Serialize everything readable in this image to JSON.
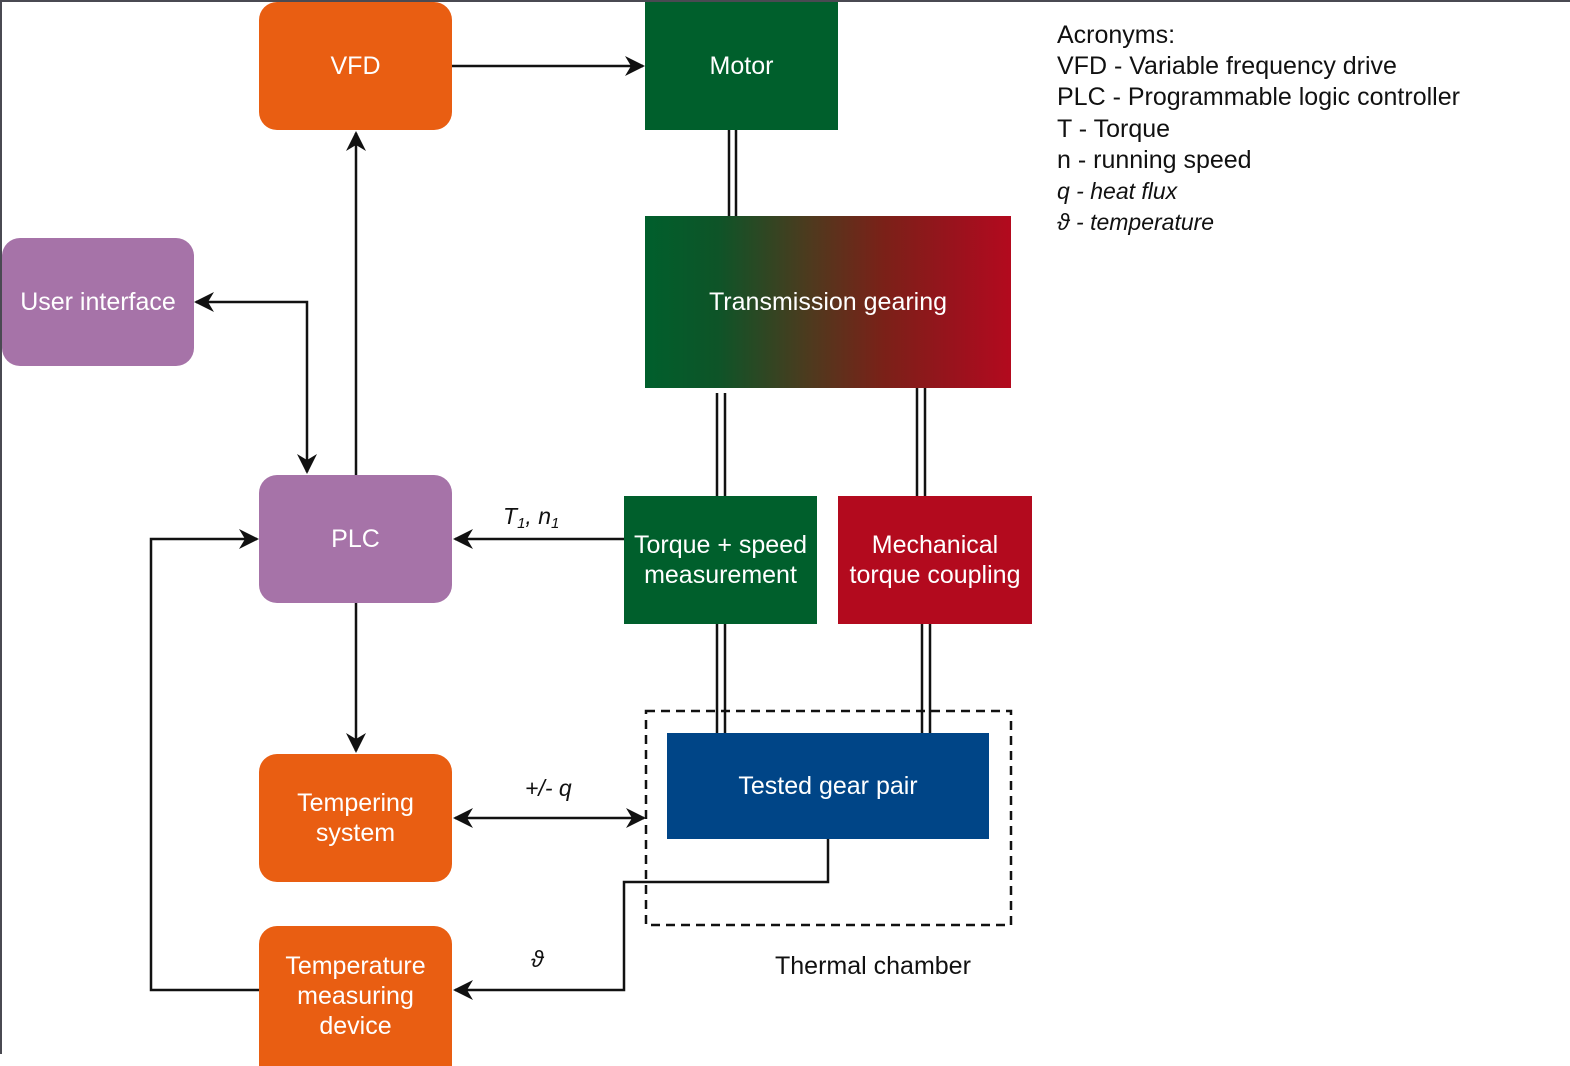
{
  "diagram": {
    "colors": {
      "orange": "#e95e12",
      "purple": "#a673a8",
      "green": "#005f2c",
      "red": "#b30a1e",
      "blue": "#004587",
      "line": "#111111"
    },
    "blocks": {
      "vfd": "VFD",
      "motor": "Motor",
      "user_interface": "User interface",
      "transmission_gearing": "Transmission gearing",
      "plc": "PLC",
      "torque_speed_line1": "Torque + speed",
      "torque_speed_line2": "measurement",
      "mech_coupling_line1": "Mechanical",
      "mech_coupling_line2": "torque coupling",
      "tempering_line1": "Tempering",
      "tempering_line2": "system",
      "tested_gear_pair": "Tested gear pair",
      "temp_device_line1": "Temperature",
      "temp_device_line2": "measuring",
      "temp_device_line3": "device"
    },
    "signals": {
      "torque_symbol": "T",
      "torque_sub": "1",
      "separator": ", ",
      "speed_symbol": "n",
      "speed_sub": "1",
      "heat_flux": "+/- q",
      "temperature": "ϑ"
    },
    "region_label": "Thermal chamber",
    "legend": {
      "title": "Acronyms:",
      "items": [
        "VFD - Variable frequency drive",
        "PLC - Programmable logic controller",
        "T - Torque",
        "n - running speed",
        "q - heat flux",
        "ϑ - temperature"
      ]
    }
  }
}
